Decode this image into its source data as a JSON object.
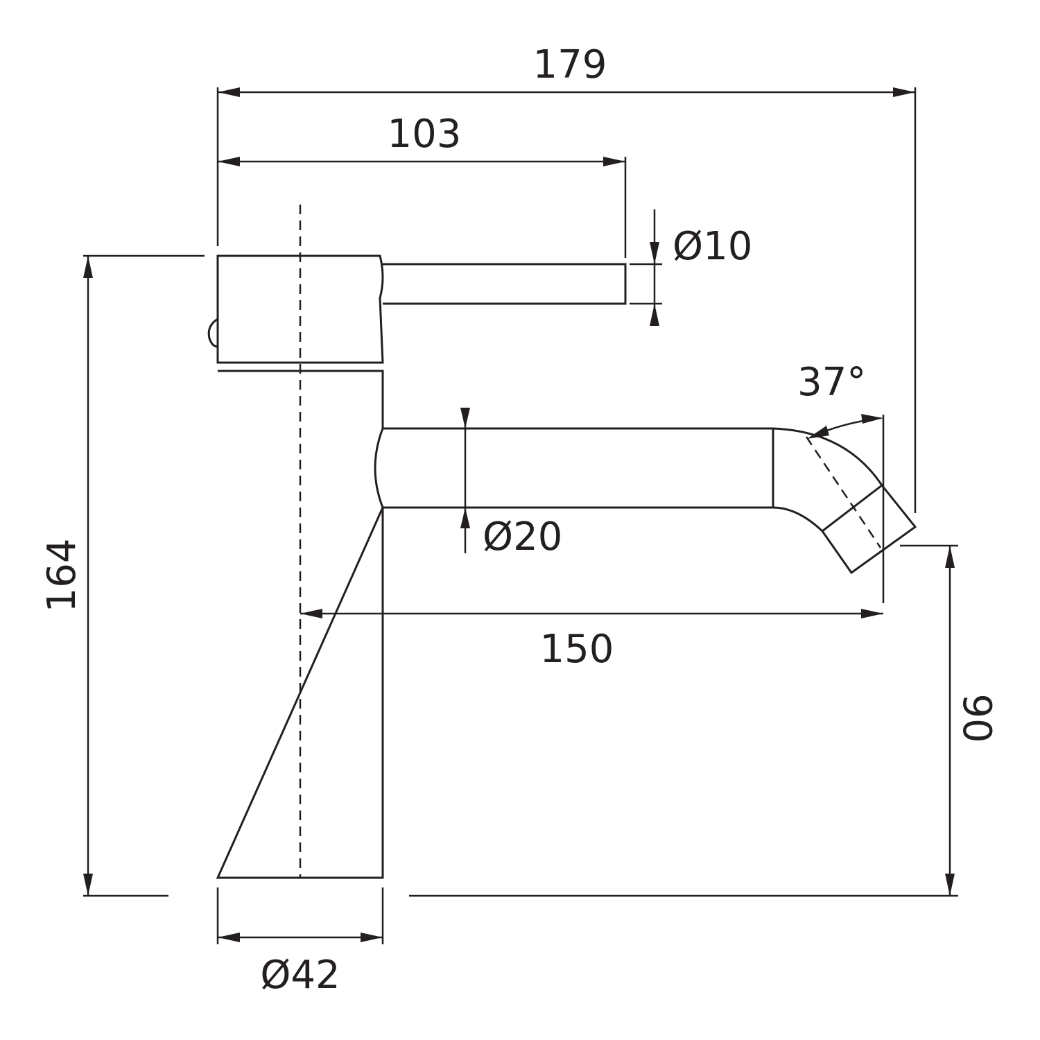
{
  "dimensions": {
    "overall_width": "179",
    "lever_reach": "103",
    "lever_diameter": "Ø10",
    "spout_angle": "37°",
    "spout_diameter": "Ø20",
    "spout_reach": "150",
    "overall_height": "164",
    "spout_height": "90",
    "body_diameter": "Ø42"
  },
  "colors": {
    "line": "#231f20",
    "background": "#ffffff"
  }
}
